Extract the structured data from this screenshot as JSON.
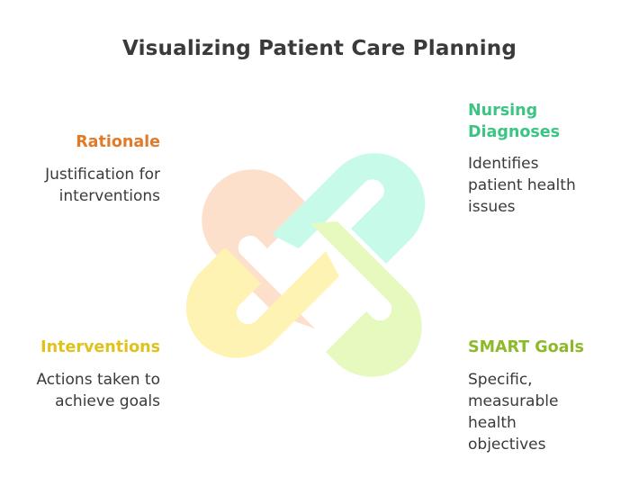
{
  "title": "Visualizing Patient Care Planning",
  "colors": {
    "rationale": "#e07b2a",
    "nursing": "#3cc484",
    "interventions": "#e0c21c",
    "smart": "#8dba2a",
    "peach": "#fde0cb",
    "mint": "#c8faea",
    "yellow": "#fff3b3",
    "lime": "#e6fac0"
  },
  "nodes": {
    "rationale": {
      "label": "Rationale",
      "desc": [
        "Justification for",
        "interventions"
      ]
    },
    "nursing": {
      "label": [
        "Nursing",
        "Diagnoses"
      ],
      "desc": [
        "Identifies",
        "patient health",
        "issues"
      ]
    },
    "interventions": {
      "label": "Interventions",
      "desc": [
        "Actions taken to",
        "achieve goals"
      ]
    },
    "smart": {
      "label": "SMART Goals",
      "desc": [
        "Specific,",
        "measurable",
        "health",
        "objectives"
      ]
    }
  }
}
